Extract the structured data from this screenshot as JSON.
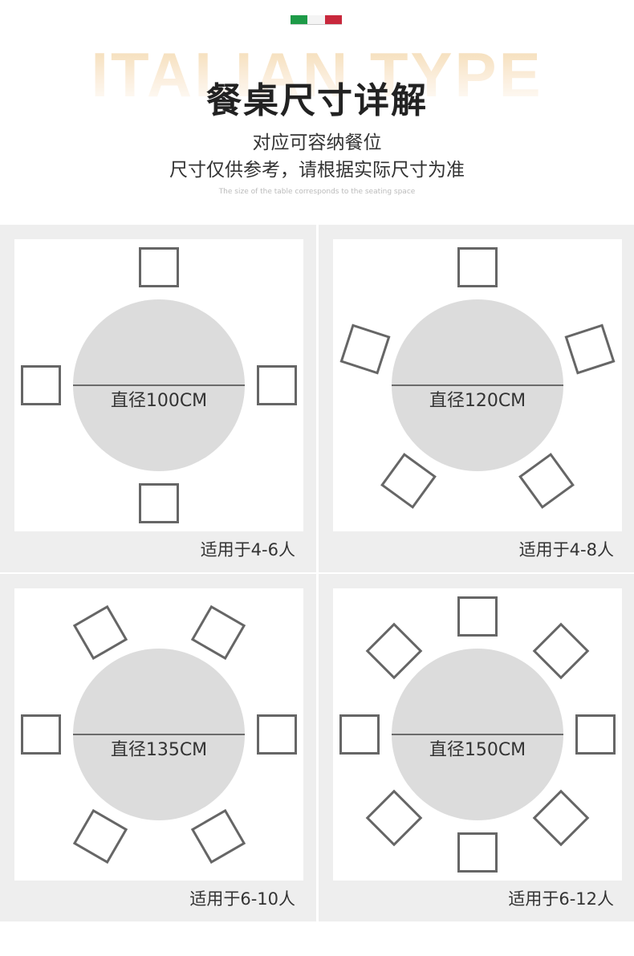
{
  "header": {
    "flag_colors": [
      "#1e9b48",
      "#f4f4f4",
      "#c8283c"
    ],
    "bg_word": "ITALIAN TYPE",
    "title": "餐桌尺寸详解",
    "subtitle_1": "对应可容纳餐位",
    "subtitle_2": "尺寸仅供参考，请根据实际尺寸为准",
    "english_note": "The size of the table corresponds to the seating space"
  },
  "tables": [
    {
      "diameter_label": "直径100CM",
      "seating": "适用于4-6人",
      "chairs": 4,
      "chair_angles": [
        0,
        90,
        180,
        270
      ]
    },
    {
      "diameter_label": "直径120CM",
      "seating": "适用于4-8人",
      "chairs": 5,
      "chair_angles": [
        0,
        72,
        144,
        216,
        288
      ]
    },
    {
      "diameter_label": "直径135CM",
      "seating": "适用于6-10人",
      "chairs": 6,
      "chair_angles": [
        30,
        90,
        150,
        210,
        270,
        330
      ]
    },
    {
      "diameter_label": "直径150CM",
      "seating": "适用于6-12人",
      "chairs": 8,
      "chair_angles": [
        0,
        45,
        90,
        135,
        180,
        225,
        270,
        315
      ]
    }
  ],
  "colors": {
    "table_fill": "#dcdcdc",
    "chair_stroke": "#666666",
    "panel_bg": "#eeeeee"
  }
}
